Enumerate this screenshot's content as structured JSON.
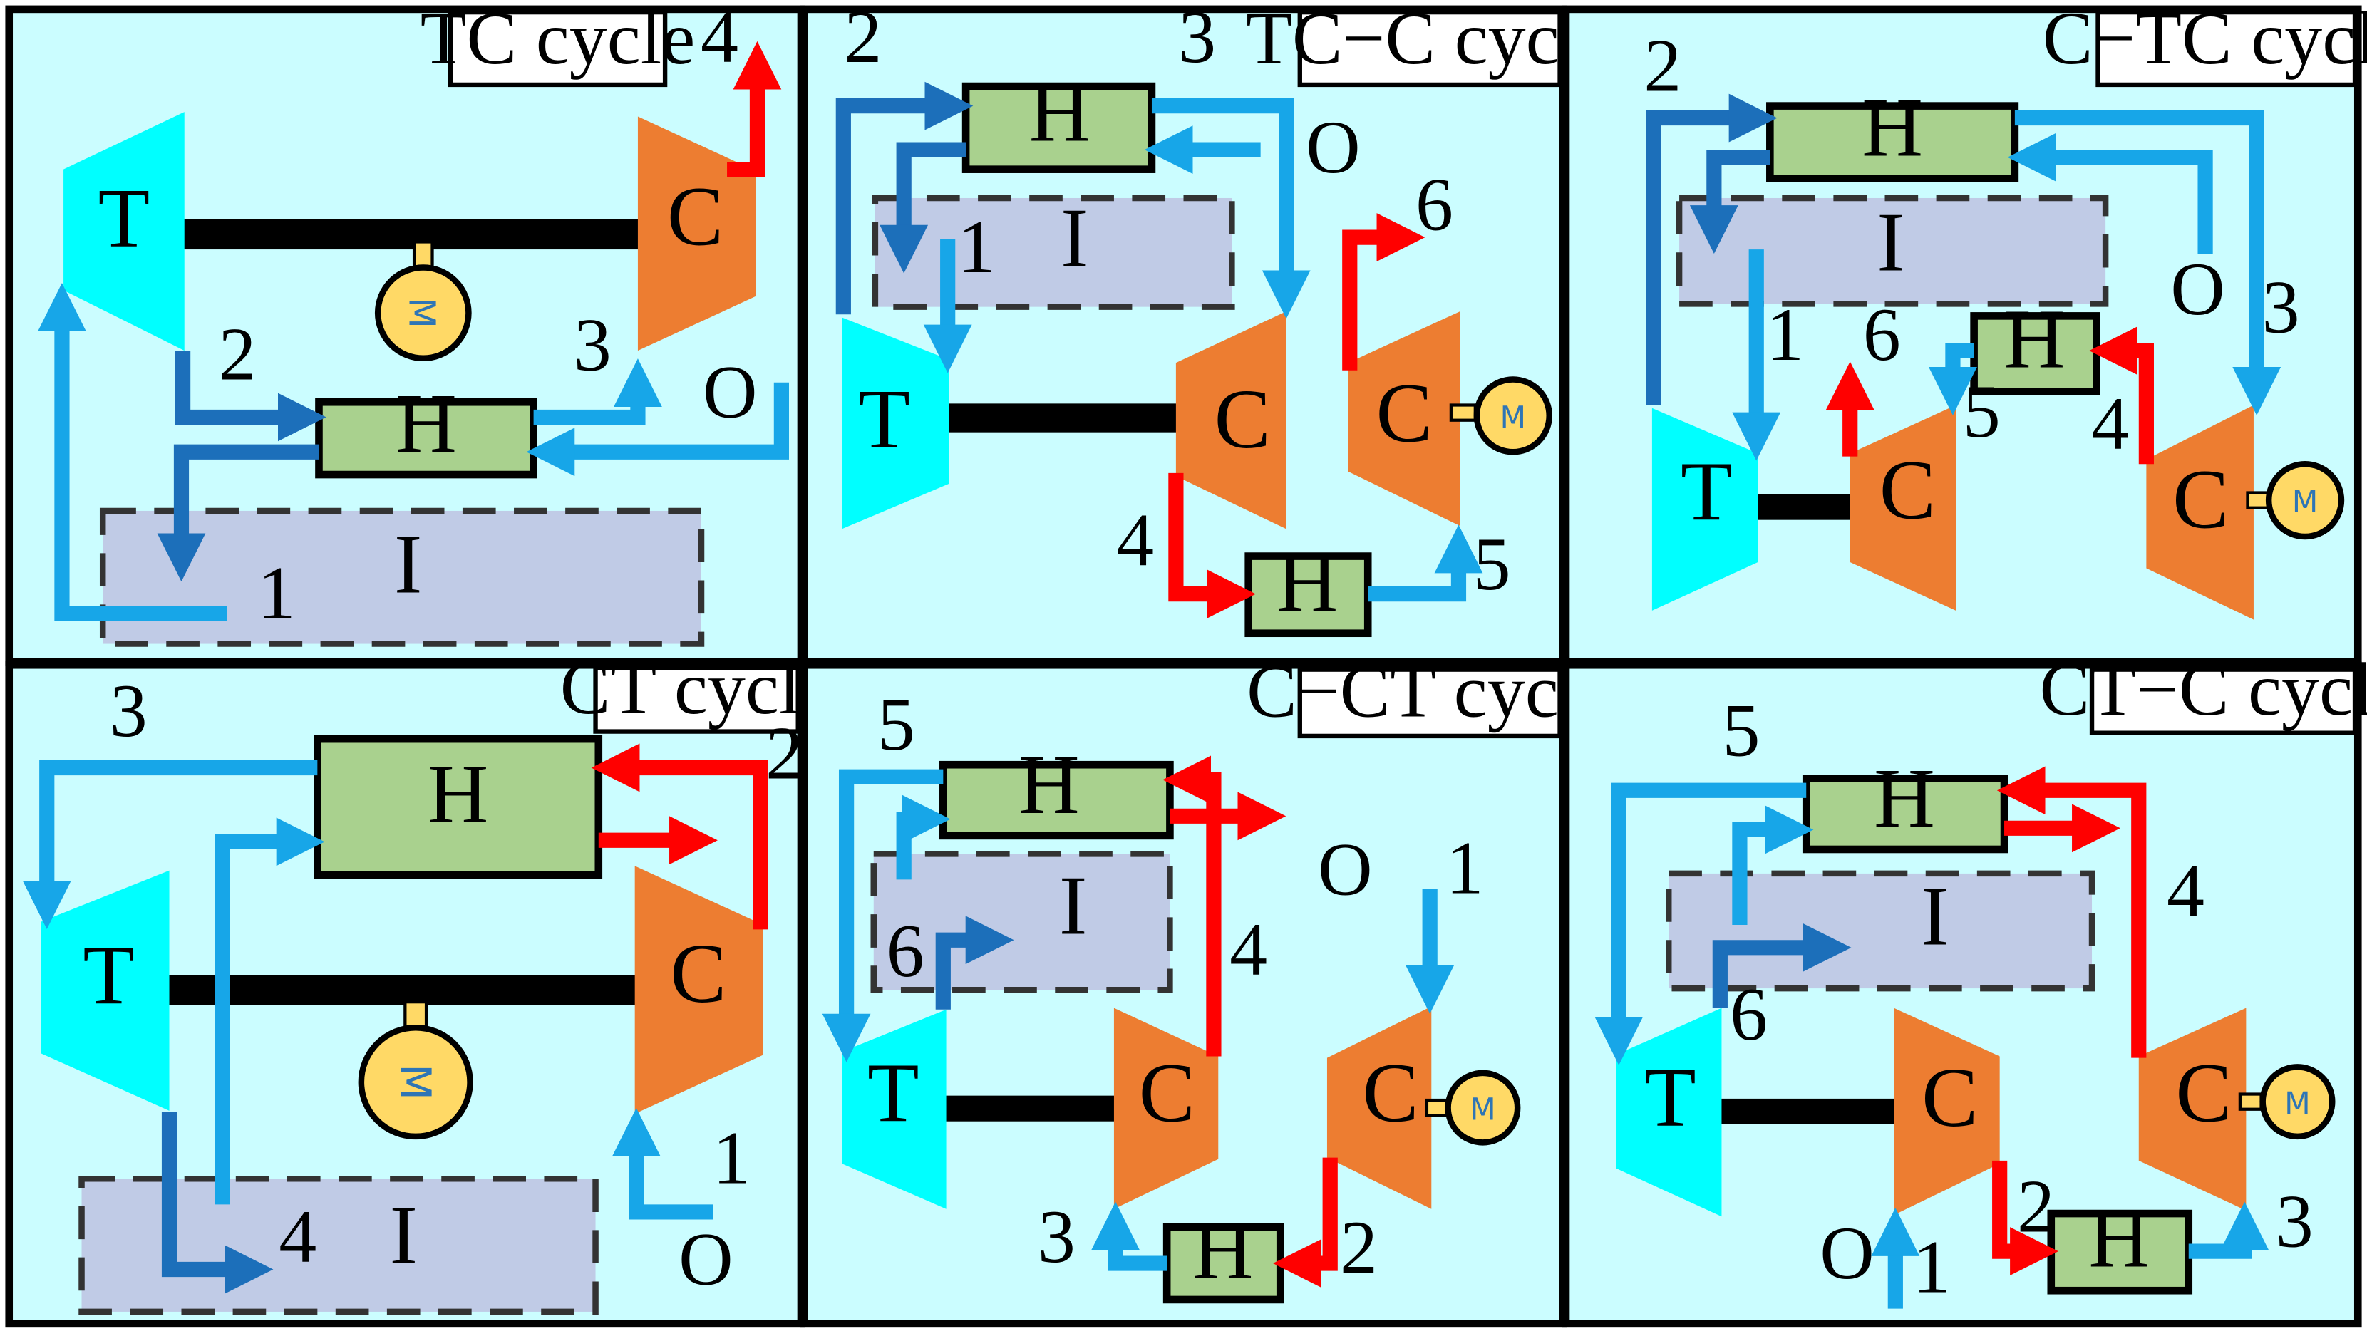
{
  "colors": {
    "panel_background": "#cbfdff",
    "turbine": "#00ffff",
    "compressor": "#ed7d31",
    "heat_exchanger": "#a9d18e",
    "inner_box": "#c0cbe6",
    "motor": "#ffd966",
    "flow_light_blue": "#17a6e8",
    "flow_dark_blue": "#1c6fba",
    "flow_red": "#ff0000"
  },
  "panels": [
    {
      "title": "TC cycle",
      "components": {
        "turbine": "T",
        "compressor": "C",
        "motor": "M",
        "heat_exchanger": "H",
        "inner_box": "I"
      },
      "state_points": {
        "p1": "1",
        "p2": "2",
        "p3": "3",
        "p4": "4",
        "o": "O"
      }
    },
    {
      "title": "TC−C cycle",
      "components": {
        "turbine": "T",
        "compressor_1": "C",
        "compressor_2": "C",
        "motor": "M",
        "heat_exchanger_1": "H",
        "heat_exchanger_2": "H",
        "inner_box": "I"
      },
      "state_points": {
        "p1": "1",
        "p2": "2",
        "p3": "3",
        "p4": "4",
        "p5": "5",
        "p6": "6",
        "o": "O"
      }
    },
    {
      "title": "C−TC cycle",
      "components": {
        "turbine": "T",
        "compressor_1": "C",
        "compressor_2": "C",
        "motor": "M",
        "heat_exchanger_1": "H",
        "heat_exchanger_2": "H",
        "inner_box": "I"
      },
      "state_points": {
        "p1": "1",
        "p2": "2",
        "p3": "3",
        "p4": "4",
        "p5": "5",
        "p6": "6",
        "o": "O"
      }
    },
    {
      "title": "CT cycle",
      "components": {
        "turbine": "T",
        "compressor": "C",
        "motor": "M",
        "heat_exchanger": "H",
        "inner_box": "I"
      },
      "state_points": {
        "p1": "1",
        "p2": "2",
        "p3": "3",
        "p4": "4",
        "o": "O"
      }
    },
    {
      "title": "C−CT cycle",
      "components": {
        "turbine": "T",
        "compressor_1": "C",
        "compressor_2": "C",
        "motor": "M",
        "heat_exchanger_1": "H",
        "heat_exchanger_2": "H",
        "inner_box": "I"
      },
      "state_points": {
        "p1": "1",
        "p2": "2",
        "p3": "3",
        "p4": "4",
        "p5": "5",
        "p6": "6",
        "o": "O"
      }
    },
    {
      "title": "CT−C cycle",
      "components": {
        "turbine": "T",
        "compressor_1": "C",
        "compressor_2": "C",
        "motor": "M",
        "heat_exchanger_1": "H",
        "heat_exchanger_2": "H",
        "inner_box": "I"
      },
      "state_points": {
        "p1": "1",
        "p2": "2",
        "p3": "3",
        "p4": "4",
        "p5": "5",
        "p6": "6",
        "o": "O"
      }
    }
  ]
}
